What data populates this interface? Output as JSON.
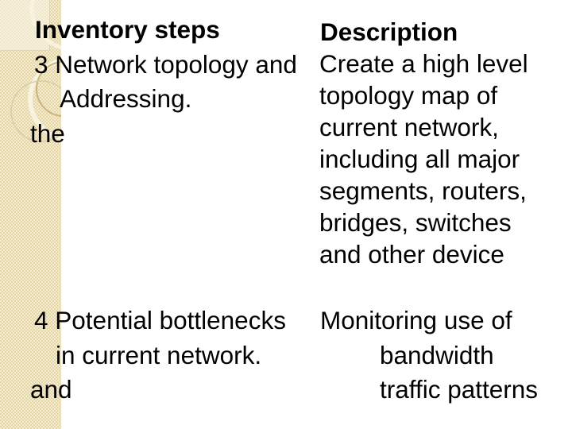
{
  "table": {
    "headers": {
      "steps": "Inventory steps",
      "description": "Description"
    },
    "rows": [
      {
        "step_lines": [
          "3 Network topology and",
          "Addressing.",
          "the"
        ],
        "description_lines": [
          "Create a high level",
          "topology map of",
          "current network,",
          "including all major",
          "segments, routers,",
          "bridges, switches",
          "and other device"
        ]
      },
      {
        "step_lines": [
          "4 Potential bottlenecks",
          "in current network.",
          "and"
        ],
        "description_lines": [
          "Monitoring use of",
          "bandwidth",
          "traffic patterns"
        ]
      }
    ]
  },
  "theme": {
    "background": "#ffffff",
    "text_color": "#000000",
    "band_checker_light": "#f3ecd4",
    "band_checker_dark": "#e7d5a2",
    "band_square_highlight": "rgba(255,255,255,0.38)",
    "ring_cream": "#f8f2df",
    "ring_tan": "#c9b47c",
    "ring_tan_faint": "#d8cba0"
  }
}
